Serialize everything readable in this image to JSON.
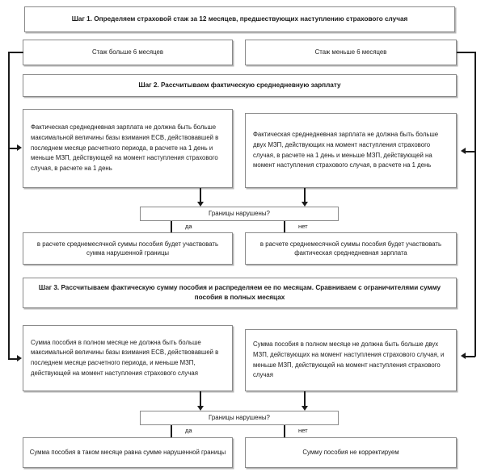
{
  "diagram": {
    "title_step1": "Шаг 1. Определяем страховой стаж за 12 месяцев, предшествующих наступлению страхового случая",
    "branch_left": "Стаж больше 6 месяцев",
    "branch_right": "Стаж меньше 6 месяцев",
    "title_step2": "Шаг 2. Рассчитываем фактическую среднедневную зарплату",
    "rule2_left": "Фактическая среднедневная зарплата не должна быть больше максимальной величины базы взимания ЕСВ, действовавшей в последнем месяце расчетного периода, в расчете на 1 день и меньше МЗП, действующей на момент наступления страхового случая, в расчете на 1 день",
    "rule2_right": "Фактическая среднедневная зарплата не должна быть больше двух МЗП, действующих на момент наступления страхового случая, в расчете на 1 день и меньше МЗП, действующей на момент наступления страхового случая, в расчете на 1 день",
    "decision2": "Границы нарушены?",
    "decision2_yes_label": "да",
    "decision2_no_label": "нет",
    "result2_yes": "в расчете среднемесячной суммы пособия будет участвовать сумма нарушенной границы",
    "result2_no": "в расчете среднемесячной суммы пособия будет участвовать фактическая среднедневная зарплата",
    "title_step3": "Шаг 3. Рассчитываем фактическую сумму пособия и распределяем ее по месяцам. Сравниваем с ограничителями сумму пособия в полных месяцах",
    "rule3_left": "Сумма пособия в полном месяце не должна быть больше максимальной величины базы взимания ЕСВ, действовавшей в последнем месяце расчетного периода, и меньше МЗП, действующей на момент наступления страхового случая",
    "rule3_right": "Сумма пособия в полном месяце не должна быть больше двух МЗП, действующих на момент наступления страхового случая, и меньше МЗП, действующей на момент наступления страхового случая",
    "decision3": "Границы нарушены?",
    "decision3_yes_label": "да",
    "decision3_no_label": "нет",
    "result3_yes": "Сумма пособия в таком месяце равна сумме нарушенной границы",
    "result3_no": "Сумму пособия не корректируем"
  },
  "colors": {
    "box_border": "#8a8a8a",
    "connector": "#1b1b1b",
    "text": "#1a1a1a",
    "background": "#ffffff"
  }
}
